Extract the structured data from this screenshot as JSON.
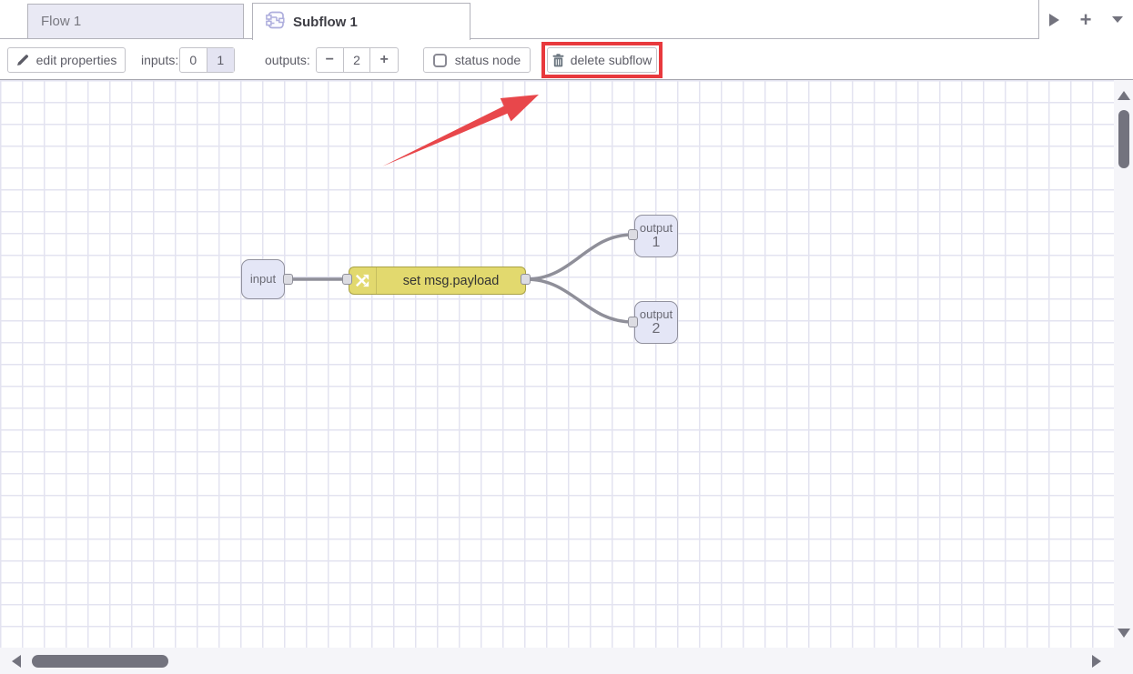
{
  "tabbar": {
    "flow_tab_label": "Flow 1",
    "subflow_tab_label": "Subflow 1",
    "add_tab_glyph": "+"
  },
  "toolbar": {
    "edit_properties_label": "edit properties",
    "inputs_label": "inputs:",
    "input_options": [
      "0",
      "1"
    ],
    "selected_input": "1",
    "outputs_label": "outputs:",
    "minus_glyph": "−",
    "outputs_value": "2",
    "plus_glyph": "+",
    "status_node_label": "status node",
    "status_node_checked": false,
    "delete_subflow_label": "delete subflow",
    "highlight_color": "#e8393d"
  },
  "canvas": {
    "nodes": {
      "input": {
        "label": "input"
      },
      "change": {
        "label": "set msg.payload",
        "color": "#e2d96e"
      },
      "output1": {
        "label": "output",
        "number": "1"
      },
      "output2": {
        "label": "output",
        "number": "2"
      }
    },
    "wire_color": "#8f8f99",
    "annotation_arrow_color": "#e8474b"
  }
}
